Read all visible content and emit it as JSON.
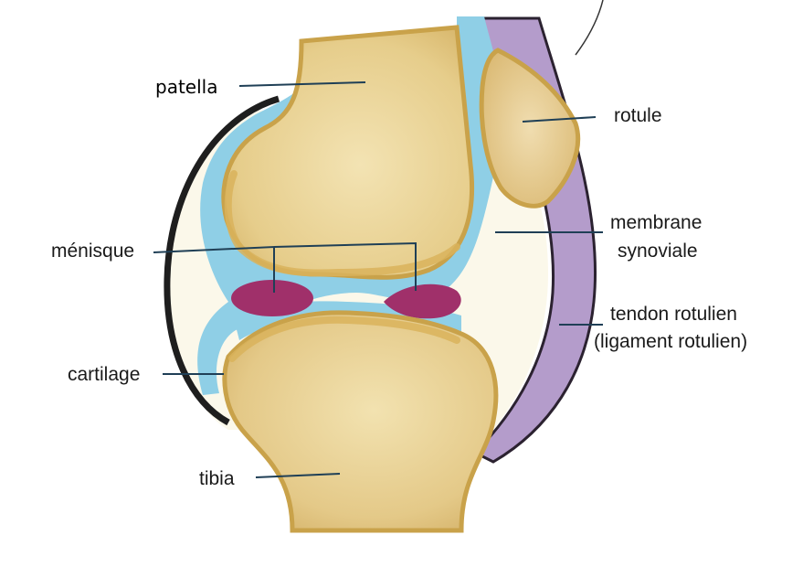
{
  "labels": {
    "patella": "patella",
    "rotule": "rotule",
    "membrane_line1": "membrane",
    "membrane_line2": "synoviale",
    "menisque": "ménisque",
    "tendon_line1": "tendon rotulien",
    "tendon_line2": "(ligament rotulien)",
    "cartilage": "cartilage",
    "tibia": "tibia"
  },
  "colors": {
    "bone": "#e8d39a",
    "bone_edge": "#c9a24a",
    "cartilage_rim": "#d9b35c",
    "synovial": "#8fcfe6",
    "meniscus": "#a0306a",
    "tendon": "#b49ccb",
    "tendon_edge": "#2b2230",
    "capsule": "#1e1e1e",
    "fluid_space": "#fbf8ea",
    "leader": "#1f3f56"
  }
}
